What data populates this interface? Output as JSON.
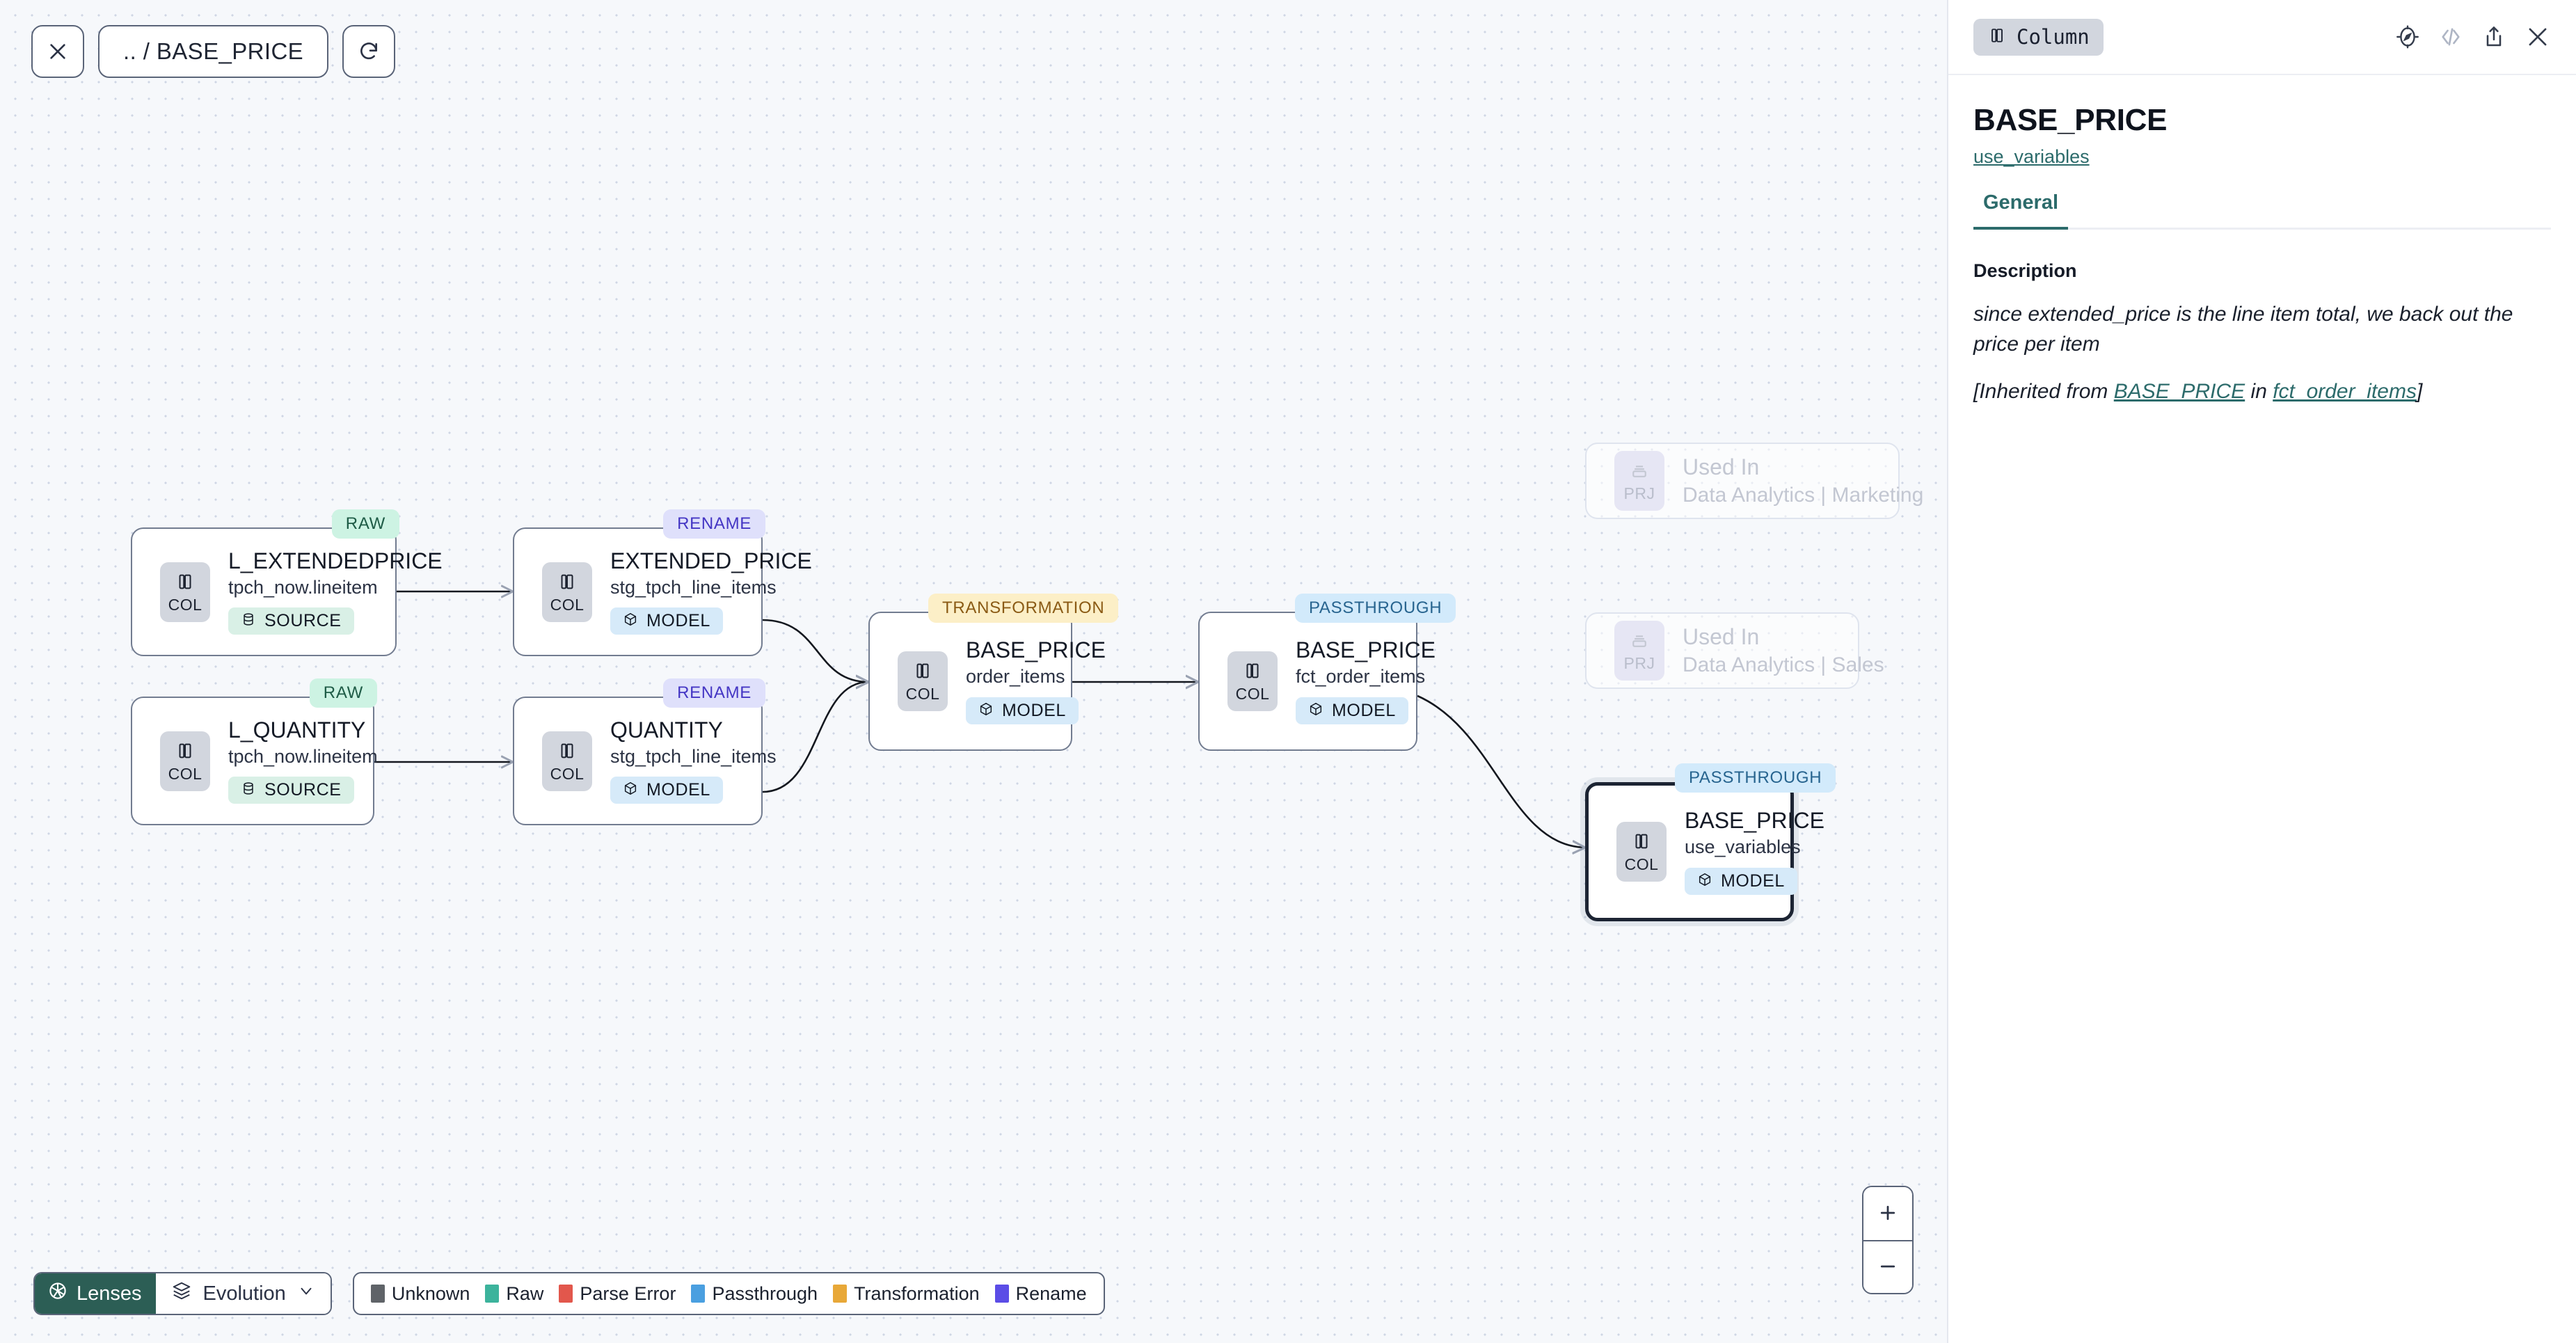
{
  "toolbar": {
    "close_label": "close-icon",
    "breadcrumb": ".. / BASE_PRICE",
    "refresh_label": "refresh-icon"
  },
  "graph": {
    "nodes": [
      {
        "id": "l_extendedprice",
        "badge": "RAW",
        "badge_type": "raw",
        "chip": "COL",
        "title": "L_EXTENDEDPRICE",
        "subtitle": "tpch_now.lineitem",
        "materialization": "SOURCE",
        "mat_type": "source"
      },
      {
        "id": "l_quantity",
        "badge": "RAW",
        "badge_type": "raw",
        "chip": "COL",
        "title": "L_QUANTITY",
        "subtitle": "tpch_now.lineitem",
        "materialization": "SOURCE",
        "mat_type": "source"
      },
      {
        "id": "extended_price",
        "badge": "RENAME",
        "badge_type": "rename",
        "chip": "COL",
        "title": "EXTENDED_PRICE",
        "subtitle": "stg_tpch_line_items",
        "materialization": "MODEL",
        "mat_type": "model"
      },
      {
        "id": "quantity",
        "badge": "RENAME",
        "badge_type": "rename",
        "chip": "COL",
        "title": "QUANTITY",
        "subtitle": "stg_tpch_line_items",
        "materialization": "MODEL",
        "mat_type": "model"
      },
      {
        "id": "base_price_order_items",
        "badge": "TRANSFORMATION",
        "badge_type": "transformation",
        "chip": "COL",
        "title": "BASE_PRICE",
        "subtitle": "order_items",
        "materialization": "MODEL",
        "mat_type": "model"
      },
      {
        "id": "base_price_fct_order_items",
        "badge": "PASSTHROUGH",
        "badge_type": "passthrough",
        "chip": "COL",
        "title": "BASE_PRICE",
        "subtitle": "fct_order_items",
        "materialization": "MODEL",
        "mat_type": "model"
      },
      {
        "id": "base_price_use_variables",
        "badge": "PASSTHROUGH",
        "badge_type": "passthrough",
        "chip": "COL",
        "title": "BASE_PRICE",
        "subtitle": "use_variables",
        "materialization": "MODEL",
        "mat_type": "model",
        "selected": true
      }
    ],
    "ghost_nodes": [
      {
        "id": "used_in_marketing",
        "chip": "PRJ",
        "title": "Used In",
        "subtitle": "Data Analytics | Marketing"
      },
      {
        "id": "used_in_sales",
        "chip": "PRJ",
        "title": "Used In",
        "subtitle": "Data Analytics | Sales"
      }
    ]
  },
  "zoom_controls": {
    "zoom_in": "+",
    "zoom_out": "–"
  },
  "bottom_bar": {
    "lenses_label": "Lenses",
    "evolution_label": "Evolution",
    "legend": [
      {
        "label": "Unknown",
        "color": "#5f6368"
      },
      {
        "label": "Raw",
        "color": "#3cb39c"
      },
      {
        "label": "Parse Error",
        "color": "#e2574c"
      },
      {
        "label": "Passthrough",
        "color": "#4a9fe0"
      },
      {
        "label": "Transformation",
        "color": "#e8a838"
      },
      {
        "label": "Rename",
        "color": "#5b4de6"
      }
    ]
  },
  "panel": {
    "kind_badge": "Column",
    "icons": [
      "compass-icon",
      "code-icon",
      "share-icon",
      "close-icon"
    ],
    "title": "BASE_PRICE",
    "subtitle_link": "use_variables",
    "tabs": [
      {
        "label": "General",
        "active": true
      }
    ],
    "description_label": "Description",
    "description_text": "since extended_price is the line item total, we back out the price per item",
    "inherited": {
      "prefix": "[Inherited from ",
      "column_link": "BASE_PRICE",
      "middle": " in ",
      "model_link": "fct_order_items",
      "suffix": "]"
    }
  },
  "colors": {
    "accent_teal": "#2c6b6b",
    "lens_green": "#2c5e55",
    "canvas_bg": "#f6f8fb"
  }
}
